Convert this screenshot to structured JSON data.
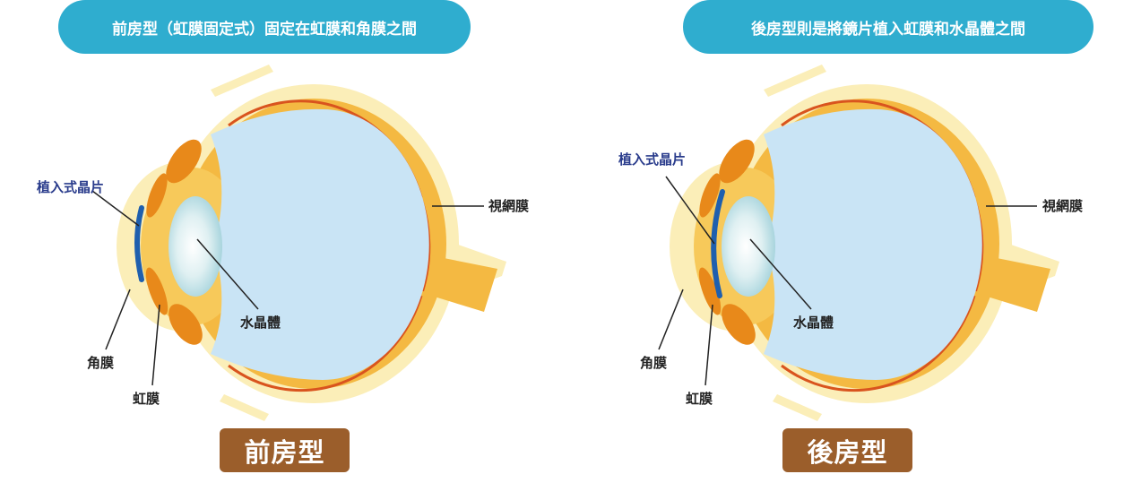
{
  "panels": [
    {
      "title": "前房型（虹膜固定式）固定在虹膜和角膜之間",
      "badge": "前房型",
      "labels": {
        "implant": "植入式晶片",
        "retina": "視網膜",
        "lens": "水晶體",
        "cornea": "角膜",
        "iris": "虹膜"
      },
      "implant_position": "anterior"
    },
    {
      "title": "後房型則是將鏡片植入虹膜和水晶體之間",
      "badge": "後房型",
      "labels": {
        "implant": "植入式晶片",
        "retina": "視網膜",
        "lens": "水晶體",
        "cornea": "角膜",
        "iris": "虹膜"
      },
      "implant_position": "posterior"
    }
  ],
  "colors": {
    "pill": "#2fadcf",
    "badge": "#9b5e2b",
    "sclera": "#fbeeb8",
    "choroid": "#f4b942",
    "retina_line": "#d9541e",
    "vitreous": "#c9e4f5",
    "iris": "#e8891a",
    "implant": "#1f5fae"
  }
}
